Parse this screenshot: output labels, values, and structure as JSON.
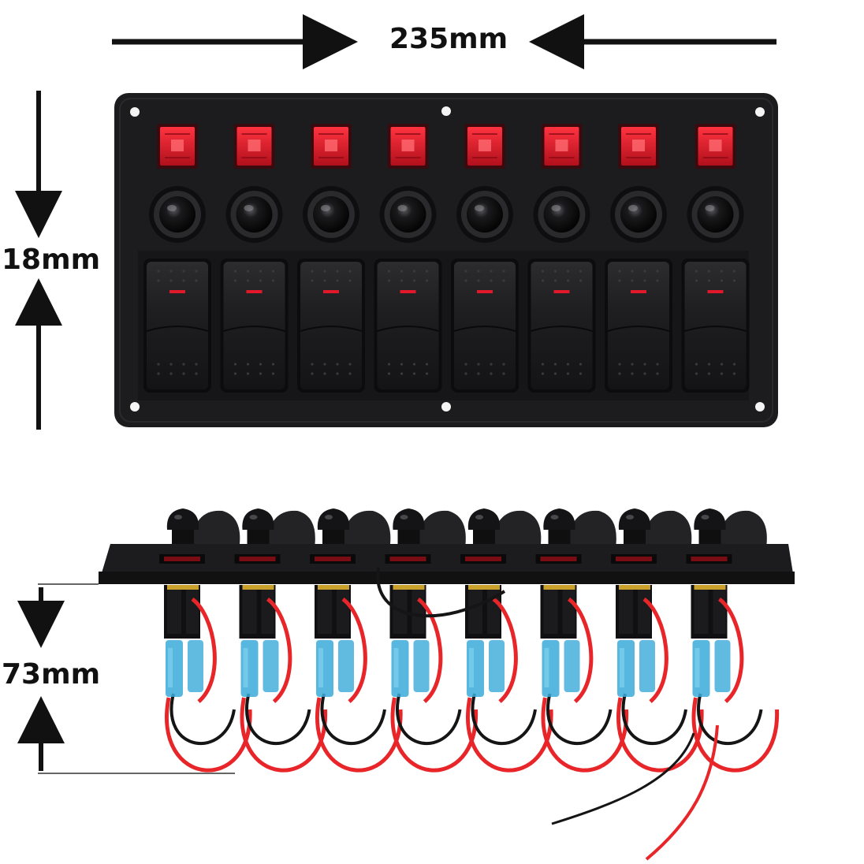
{
  "dimensions": {
    "width_label": "235mm",
    "height_label": "18mm",
    "depth_label": "73mm"
  },
  "panel": {
    "switch_count": 8,
    "colors": {
      "panel": "#1c1c1e",
      "indicator_red": "#e0182a",
      "fuse_blue": "#3aaad8",
      "wire_red": "#e8262a",
      "wire_black": "#151515"
    }
  }
}
